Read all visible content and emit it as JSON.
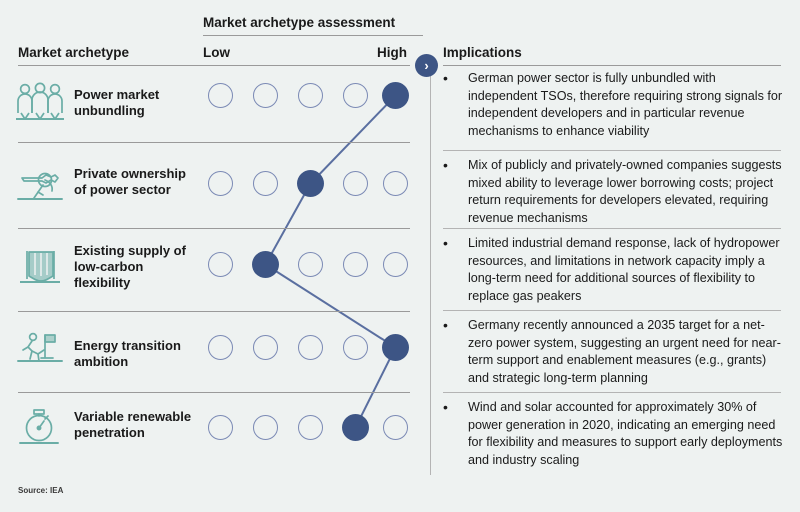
{
  "header": {
    "assessment_title": "Market archetype assessment",
    "col_archetype": "Market archetype",
    "col_low": "Low",
    "col_high": "High",
    "col_implications": "Implications",
    "chevron": "›"
  },
  "colors": {
    "background": "#eef2f1",
    "dot_filled": "#3d5585",
    "dot_empty_border": "#7b8ab5",
    "icon_teal": "#6aada6",
    "rule": "#9a9a9a",
    "text": "#1a1a1a"
  },
  "chart_data": {
    "type": "scatter",
    "title": "Market archetype assessment",
    "xlabel": "",
    "ylabel": "",
    "scale_labels": [
      "Low",
      "High"
    ],
    "scale_positions": [
      1,
      2,
      3,
      4,
      5
    ],
    "categories": [
      "Power market unbundling",
      "Private ownership of power sector",
      "Existing supply of low-carbon flexibility",
      "Energy transition ambition",
      "Variable renewable penetration"
    ],
    "values": [
      5,
      3,
      2,
      5,
      4
    ],
    "grid": false,
    "legend": "none"
  },
  "rows": [
    {
      "label": "Power market unbundling",
      "icon": "three-people-icon",
      "score": 5,
      "implication": "German power sector is fully unbundled with independent TSOs, therefore requiring strong signals for independent developers and in particular revenue mechanisms to enhance viability"
    },
    {
      "label": "Private ownership of power sector",
      "icon": "key-icon",
      "score": 3,
      "implication": "Mix of publicly and privately-owned companies suggests mixed ability to leverage lower borrowing costs; project return requirements for developers elevated, requiring revenue mechanisms"
    },
    {
      "label": "Existing supply of low-carbon flexibility",
      "icon": "hydropower-dam-icon",
      "score": 2,
      "implication": "Limited industrial demand response, lack of hydropower resources, and limitations in network capacity imply a long-term need for additional sources of flexibility to replace gas peakers"
    },
    {
      "label": "Energy transition ambition",
      "icon": "runner-with-flag-icon",
      "score": 5,
      "implication": "Germany recently announced a 2035 target for a net-zero power system, suggesting an urgent need for near-term support and enablement measures (e.g., grants) and strategic long-term planning"
    },
    {
      "label": "Variable renewable penetration",
      "icon": "stopwatch-icon",
      "score": 4,
      "implication": "Wind and solar accounted for approximately 30% of power generation in 2020, indicating an emerging need for flexibility and measures to support early deployments and industry scaling"
    }
  ],
  "footer": {
    "source": "Source: IEA"
  }
}
